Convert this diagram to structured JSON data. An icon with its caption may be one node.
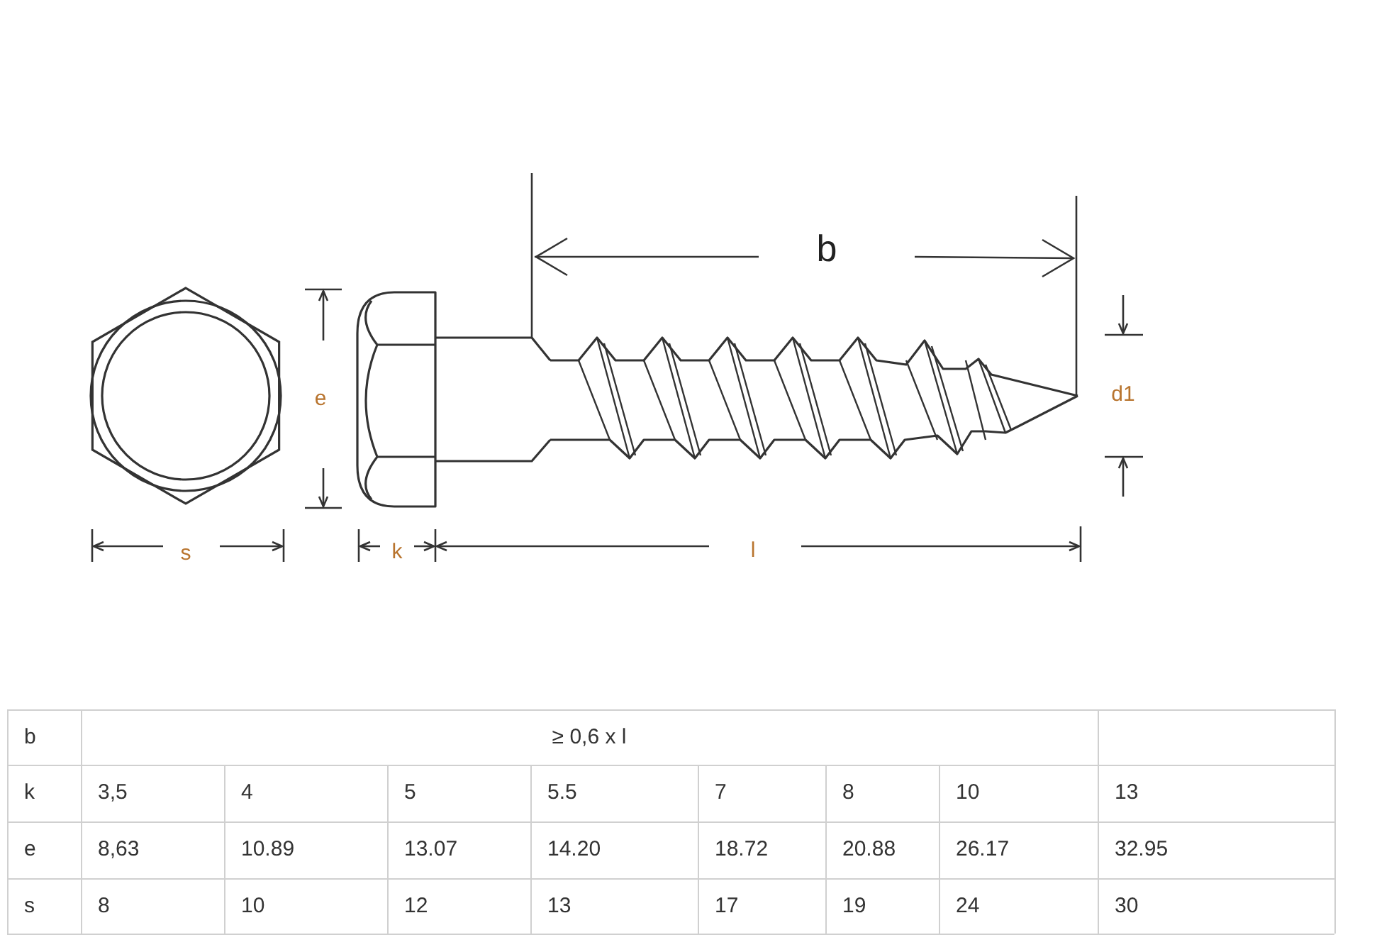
{
  "diagram": {
    "labels": [
      "b",
      "e",
      "d1",
      "s",
      "k",
      "l",
      "b",
      "≥ 0,6 x l",
      "k",
      "3,5",
      "4",
      "5",
      "5.5",
      "7",
      "8",
      "10",
      "13",
      "e",
      "8,63",
      "10.89",
      "13.07",
      "14.20",
      "18.72",
      "20.88",
      "26.17",
      "32.95",
      "s",
      "8",
      "10",
      "12",
      "13",
      "17",
      "19",
      "24",
      "30"
    ]
  }
}
